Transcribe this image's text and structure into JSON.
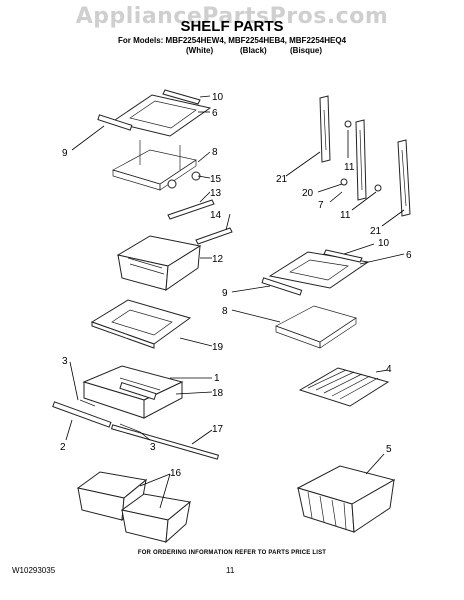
{
  "watermark": "AppliancePartsPros.com",
  "title": "SHELF PARTS",
  "models_line": "For Models: MBF2254HEW4, MBF2254HEB4, MBF2254HEQ4",
  "colors": [
    "(White)",
    "(Black)",
    "(Bisque)"
  ],
  "callouts": [
    "10",
    "6",
    "9",
    "8",
    "15",
    "13",
    "14",
    "12",
    "19",
    "3",
    "1",
    "18",
    "2",
    "3",
    "17",
    "16",
    "21",
    "11",
    "20",
    "7",
    "11",
    "21",
    "10",
    "6",
    "9",
    "8",
    "4",
    "5"
  ],
  "ordering_note": "FOR ORDERING INFORMATION REFER TO PARTS PRICE LIST",
  "doc_number": "W10293035",
  "page_number": "11"
}
